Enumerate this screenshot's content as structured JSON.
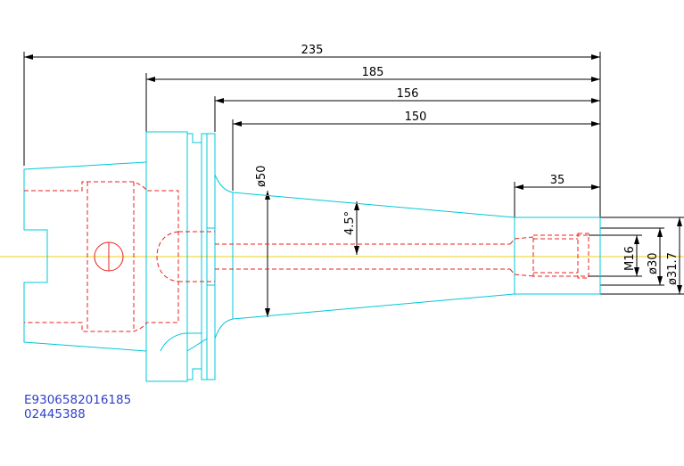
{
  "dimensions": {
    "d235": "235",
    "d185": "185",
    "d156": "156",
    "d150": "150",
    "d35": "35",
    "dia50": "ø50",
    "angle": "4.5°",
    "thread": "M16",
    "dia30": "ø30",
    "dia31_7": "ø31.7"
  },
  "codes": {
    "line1": "E9306582016185",
    "line2": "02445388"
  },
  "colors": {
    "outline": "#00c8d8",
    "hidden": "#e8201e",
    "centerline": "#f2d21a",
    "dimension": "#000000",
    "code_text": "#2f3fc8"
  }
}
